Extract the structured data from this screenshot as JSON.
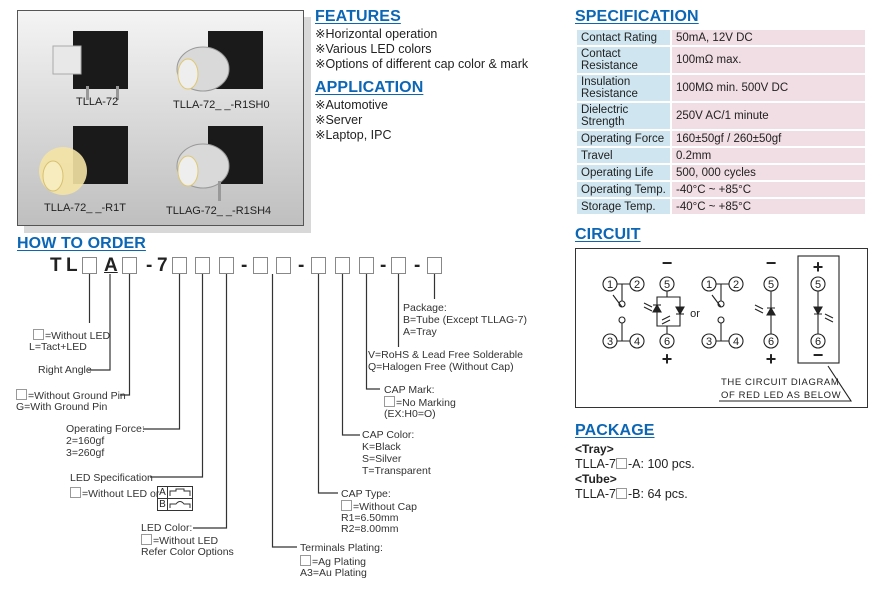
{
  "products": [
    {
      "label": "TLLA-72"
    },
    {
      "label": "TLLA-72_ _-R1SH0"
    },
    {
      "label": "TLLA-72_ _-R1T"
    },
    {
      "label": "TLLAG-72_ _-R1SH4"
    }
  ],
  "features": {
    "title": "FEATURES",
    "items": [
      "※Horizontal operation",
      "※Various LED colors",
      "※Options of different cap color & mark"
    ]
  },
  "application": {
    "title": "APPLICATION",
    "items": [
      "※Automotive",
      "※Server",
      "※Laptop, IPC"
    ]
  },
  "specification": {
    "title": "SPECIFICATION",
    "rows": [
      {
        "label": "Contact Rating",
        "value": "50mA, 12V DC"
      },
      {
        "label": "Contact Resistance",
        "value": "100mΩ max."
      },
      {
        "label": "Insulation Resistance",
        "value": "100MΩ min. 500V DC"
      },
      {
        "label": "Dielectric Strength",
        "value": "250V AC/1 minute"
      },
      {
        "label": "Operating Force",
        "value": "160±50gf / 260±50gf"
      },
      {
        "label": "Travel",
        "value": "0.2mm"
      },
      {
        "label": "Operating Life",
        "value": "500, 000 cycles"
      },
      {
        "label": "Operating Temp.",
        "value": "-40°C ~ +85°C"
      },
      {
        "label": "Storage Temp.",
        "value": "-40°C ~ +85°C"
      }
    ]
  },
  "order": {
    "title": "HOW TO ORDER",
    "code": {
      "t": "T",
      "l": "L",
      "a": "A",
      "dash": "-",
      "seven": "7"
    },
    "led": {
      "l1": "=Without LED",
      "l2": "L=Tact+LED"
    },
    "angle": "Right Angle",
    "ground": {
      "l1": "=Without Ground Pin",
      "l2": "G=With Ground Pin"
    },
    "force": {
      "l1": "Operating Force:",
      "l2": "2=160gf",
      "l3": "3=260gf"
    },
    "ledspec": {
      "l1": "LED Specification",
      "l2": "=Without LED or",
      "a": "A",
      "b": "B"
    },
    "ledcolor": {
      "l1": "LED Color:",
      "l2": "=Without LED",
      "l3": "Refer Color Options"
    },
    "terminal": {
      "l1": "Terminals Plating:",
      "l2": "=Ag Plating",
      "l3": "A3=Au Plating"
    },
    "captype": {
      "l1": "CAP Type:",
      "l2": "=Without Cap",
      "l3": "R1=6.50mm",
      "l4": "R2=8.00mm"
    },
    "capcolor": {
      "l1": "CAP Color:",
      "l2": "K=Black",
      "l3": "S=Silver",
      "l4": "T=Transparent"
    },
    "capmark": {
      "l1": "CAP Mark:",
      "l2": "=No Marking",
      "l3": "(EX:H0=O)"
    },
    "rohs": {
      "l1": "V=RoHS & Lead Free Solderable",
      "l2": "Q=Halogen Free (Without Cap)"
    },
    "package": {
      "l1": "Package:",
      "l2": "B=Tube (Except TLLAG-7)",
      "l3": "A=Tray"
    }
  },
  "circuit": {
    "title": "CIRCUIT",
    "pins": [
      "1",
      "2",
      "3",
      "4",
      "5",
      "6"
    ],
    "plus": "+",
    "minus": "−",
    "or": "or",
    "note1": "THE CIRCUIT DIAGRAM",
    "note2": "OF RED LED AS BELOW"
  },
  "package": {
    "title": "PACKAGE",
    "tray_h": "<Tray>",
    "tray_pre": "TLLA-7",
    "tray_post": "-A: 100 pcs.",
    "tube_h": "<Tube>",
    "tube_pre": "TLLA-7",
    "tube_post": "-B: 64 pcs."
  },
  "colors": {
    "heading": "#0b66b5",
    "spec_label_bg": "#cfe5ef",
    "spec_value_bg": "#f1dde4"
  }
}
